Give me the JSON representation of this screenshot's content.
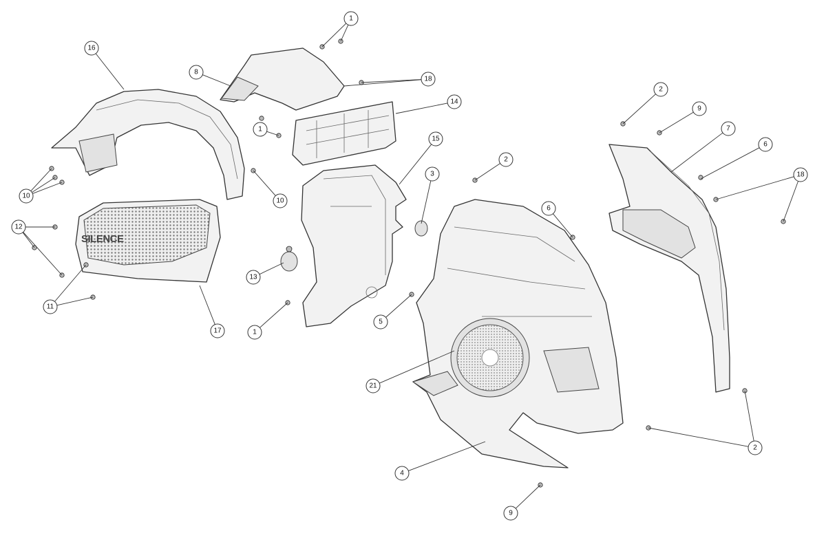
{
  "diagram": {
    "type": "exploded-parts-view",
    "logo_text": "SILENCE",
    "callouts": [
      {
        "label": "1"
      },
      {
        "label": "16"
      },
      {
        "label": "8"
      },
      {
        "label": "18"
      },
      {
        "label": "14"
      },
      {
        "label": "1"
      },
      {
        "label": "15"
      },
      {
        "label": "2"
      },
      {
        "label": "3"
      },
      {
        "label": "10"
      },
      {
        "label": "10"
      },
      {
        "label": "12"
      },
      {
        "label": "13"
      },
      {
        "label": "11"
      },
      {
        "label": "17"
      },
      {
        "label": "1"
      },
      {
        "label": "5"
      },
      {
        "label": "6"
      },
      {
        "label": "21"
      },
      {
        "label": "4"
      },
      {
        "label": "9"
      },
      {
        "label": "2"
      },
      {
        "label": "9"
      },
      {
        "label": "7"
      },
      {
        "label": "6"
      },
      {
        "label": "18"
      },
      {
        "label": "2"
      }
    ]
  }
}
